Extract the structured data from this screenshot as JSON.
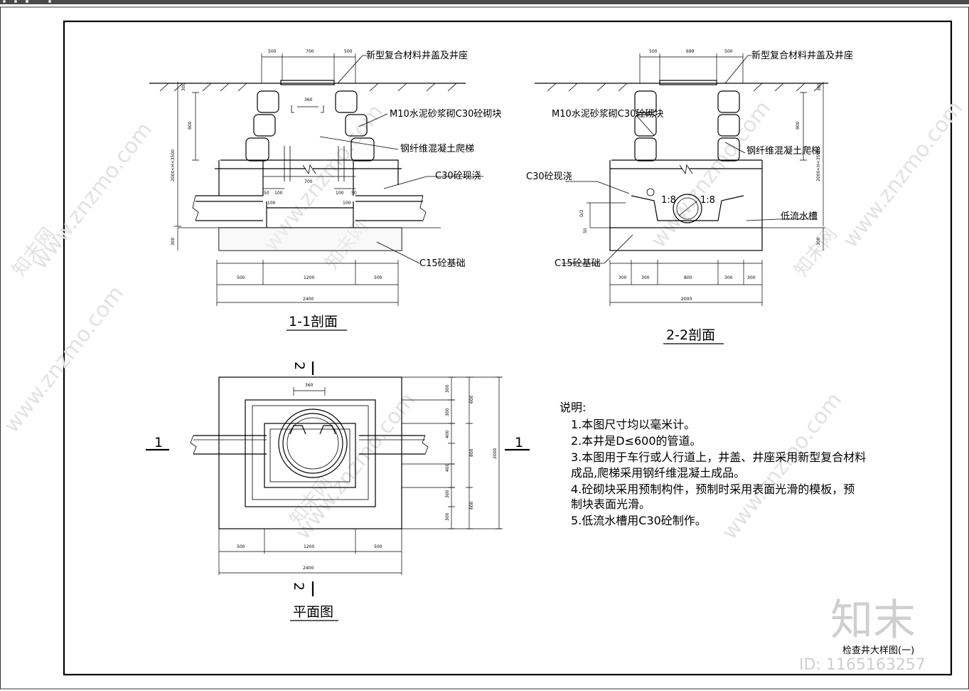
{
  "section_1_1": {
    "title": "1-1剖面",
    "label_cover": "新型复合材料井盖及井座",
    "label_block": "M10水泥砂浆砌C30砼砌块",
    "label_ladder": "钢纤维混凝土爬梯",
    "label_cast": "C30砼现浇",
    "label_base": "C15砼基础",
    "dims_top": [
      "500",
      "700",
      "500"
    ],
    "dim_360": "360",
    "dim_900": "900",
    "dim_height": "2000<H<3500",
    "dim_700": "700",
    "dims_50_100": [
      "50",
      "100",
      "100",
      "50"
    ],
    "dims_pipe": [
      "100",
      "100"
    ],
    "dim_300": "300",
    "dims_bottom": [
      "500",
      "1200",
      "500"
    ],
    "dim_total": "2400",
    "dim_top_small": "300"
  },
  "section_2_2": {
    "title": "2-2剖面",
    "label_cover": "新型复合材料井盖及井座",
    "label_block": "M10水泥砂浆砌C30砼砌块",
    "label_ladder": "钢纤维混凝土爬梯",
    "label_cast": "C30砼现浇",
    "label_channel": "低流水槽",
    "label_base": "C15砼基础",
    "slope_left": "1:8",
    "slope_right": "1:8",
    "dims_top": [
      "500",
      "699",
      "500"
    ],
    "dim_900": "900",
    "dim_height": "2000<H<3500",
    "dim_d2": "D/2",
    "dim_50": "50",
    "dim_300": "300",
    "dims_bottom": [
      "300",
      "300",
      "800",
      "300",
      "300"
    ],
    "dim_total": "2000",
    "dim_top_small": "300"
  },
  "plan": {
    "title": "平面图",
    "marker_2": "2",
    "marker_1": "1",
    "dim_360": "360",
    "dims_right_a": [
      "300",
      "300",
      "400",
      "400",
      "300",
      "300"
    ],
    "dims_right_b": [
      "600",
      "800",
      "600"
    ],
    "dim_right_total": "2000",
    "dims_bottom": [
      "500",
      "1200",
      "500"
    ],
    "dim_total": "2400"
  },
  "notes": {
    "heading": "说明:",
    "items": [
      "1.本图尺寸均以毫米计。",
      "2.本井是D≤600的管道。",
      "3.本图用于车行或人行道上，井盖、井座采用新型复合材料",
      "成品,爬梯采用钢纤维混凝土成品。",
      "4.砼砌块采用预制构件，预制时采用表面光滑的模板，预",
      "制块表面光滑。",
      "5.低流水槽用C30砼制作。"
    ]
  },
  "drawing_title": "检查井大样图(一)",
  "watermark": {
    "site": "www.znzmo.com",
    "brand": "知末网",
    "logo": "知末",
    "id": "ID: 1165163257"
  }
}
